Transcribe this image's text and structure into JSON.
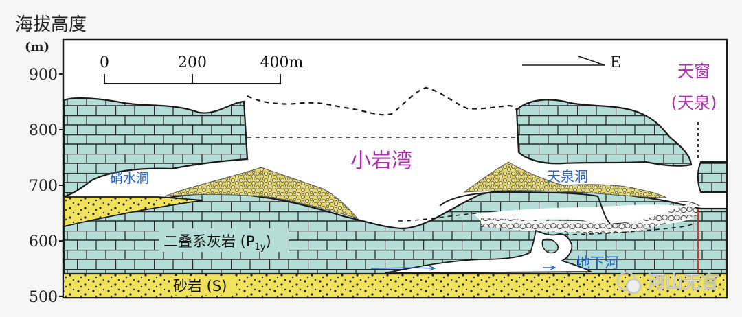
{
  "axis": {
    "title": "海拔高度",
    "unit": "(m)",
    "ticks": [
      {
        "label": "900",
        "value": 900
      },
      {
        "label": "800",
        "value": 800
      },
      {
        "label": "700",
        "value": 700
      },
      {
        "label": "600",
        "value": 600
      },
      {
        "label": "500",
        "value": 500
      }
    ]
  },
  "scale_bar": {
    "labels": [
      "0",
      "200",
      "400m"
    ]
  },
  "direction": {
    "label": "E"
  },
  "labels": {
    "skylight_line1": "天窗",
    "skylight_line2": "(天泉)",
    "xiaoyanwan": "小岩湾",
    "xiaoshuidong": "硝水洞",
    "tianquandong": "天泉洞",
    "limestone": "二叠系灰岩 (P",
    "limestone_sub": "1y",
    "limestone_close": ")",
    "underground_river": "地下河",
    "sandstone": "砂岩 (S)"
  },
  "watermark": {
    "text": "河山无言"
  },
  "colors": {
    "limestone_fill": "#b3ddd6",
    "sandstone_fill": "#f0e25a",
    "gravel_fill": "#e0d478",
    "outline": "#1a1a1a",
    "label_purple": "#b02cb0",
    "label_blue": "#2266cc",
    "fault_red": "#d23a2a"
  }
}
